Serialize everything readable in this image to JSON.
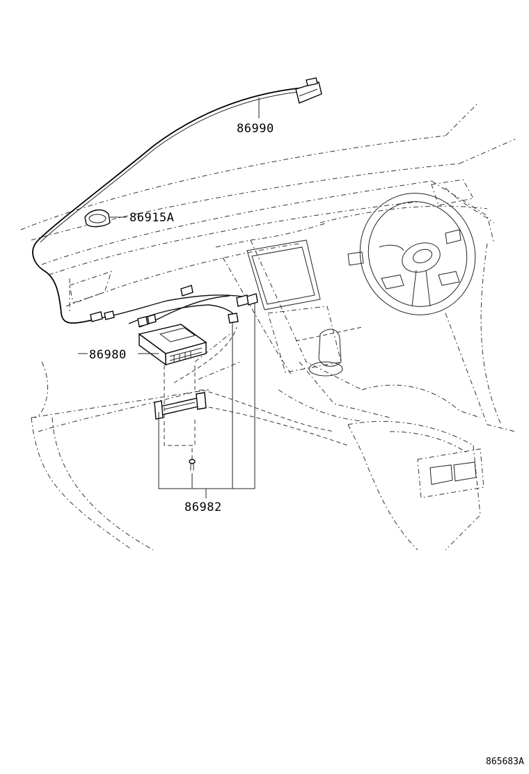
{
  "diagram": {
    "callouts": {
      "p86990": "86990",
      "p86915A": "86915A",
      "p86980": "86980",
      "p86982": "86982"
    },
    "figure_number": "865683A"
  }
}
